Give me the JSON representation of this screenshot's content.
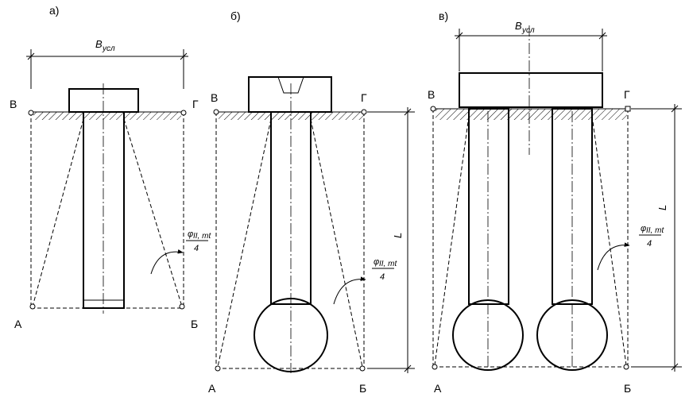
{
  "panels": {
    "a": {
      "label": "а)",
      "width_symbol": "B",
      "width_sub": "усл",
      "V": "В",
      "G": "Г",
      "A": "А",
      "B": "Б",
      "angle_num": "φ",
      "angle_sub": "II, mt",
      "angle_den": "4"
    },
    "b": {
      "label": "б)",
      "length_symbol": "L",
      "V": "В",
      "G": "Г",
      "A": "А",
      "B": "Б",
      "angle_num": "φ",
      "angle_sub": "II, mt",
      "angle_den": "4"
    },
    "c": {
      "label": "в)",
      "width_symbol": "B",
      "width_sub": "усл",
      "length_symbol": "L",
      "V": "В",
      "G": "Г",
      "A": "А",
      "B": "Б",
      "angle_num": "φ",
      "angle_sub": "II, mt",
      "angle_den": "4"
    }
  }
}
